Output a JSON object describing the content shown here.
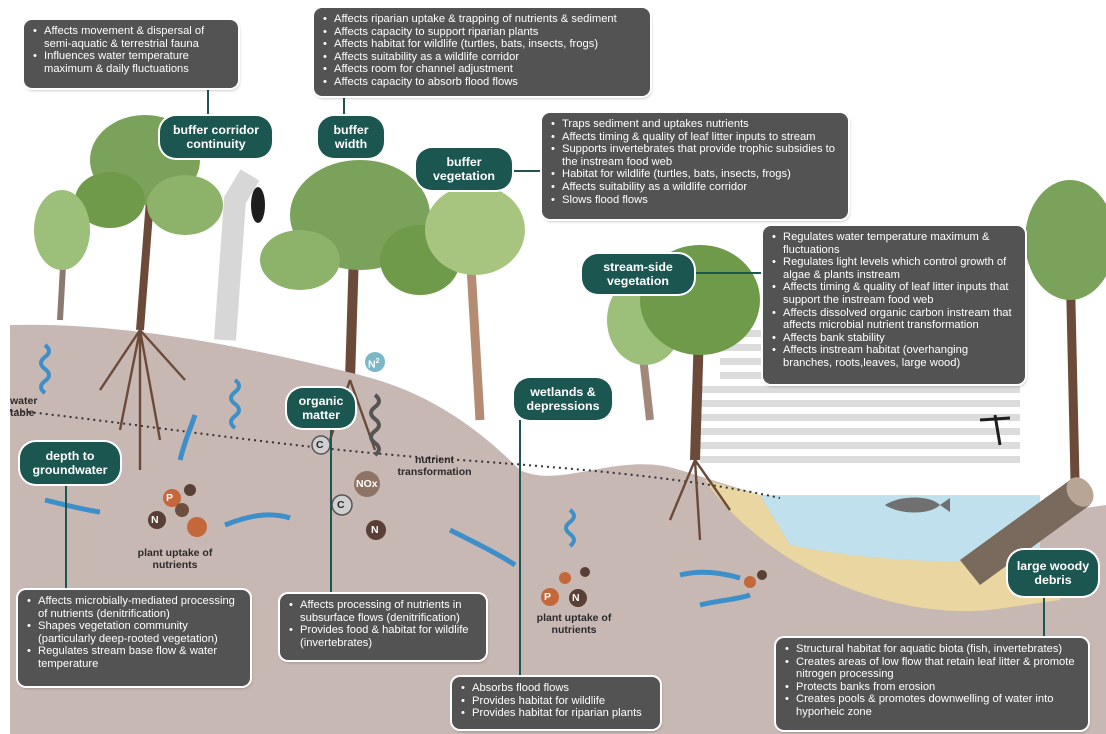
{
  "callouts": {
    "buffer_corridor_continuity": {
      "heading": "buffer corridor continuity",
      "bullets": [
        "Affects movement & dispersal of semi-aquatic & terrestrial fauna",
        "Influences water temperature maximum & daily fluctuations"
      ]
    },
    "buffer_width": {
      "heading": "buffer width",
      "bullets": [
        "Affects riparian uptake & trapping of nutrients & sediment",
        "Affects capacity to support riparian plants",
        "Affects habitat for wildlife  (turtles, bats, insects, frogs)",
        "Affects suitability as a wildlife corridor",
        "Affects room for channel adjustment",
        "Affects capacity to absorb flood flows"
      ]
    },
    "buffer_vegetation": {
      "heading": "buffer vegetation",
      "bullets": [
        "Traps sediment and uptakes nutrients",
        "Affects timing & quality of leaf litter inputs to stream",
        "Supports invertebrates that provide trophic subsidies to the instream food web",
        "Habitat for wildlife (turtles, bats, insects, frogs)",
        "Affects suitability as a wildlife corridor",
        "Slows flood flows"
      ]
    },
    "stream_side_vegetation": {
      "heading": "stream-side vegetation",
      "bullets": [
        "Regulates water temperature maximum & fluctuations",
        "Regulates light levels which control growth of algae & plants instream",
        "Affects timing & quality of leaf litter inputs that support the instream food web",
        "Affects dissolved organic carbon instream that affects microbial nutrient transformation",
        "Affects bank stability",
        "Affects instream habitat (overhanging branches, roots,leaves, large wood)"
      ]
    },
    "depth_to_groundwater": {
      "heading": "depth to groundwater",
      "bullets": [
        "Affects microbially-mediated processing of nutrients (denitrification)",
        "Shapes vegetation community (particularly deep-rooted vegetation)",
        "Regulates stream base flow & water temperature"
      ]
    },
    "organic_matter": {
      "heading": "organic matter",
      "bullets": [
        "Affects processing of nutrients in subsurface flows (denitrification)",
        "Provides food & habitat for wildlife (invertebrates)"
      ]
    },
    "wetlands_depressions": {
      "heading": "wetlands & depressions",
      "bullets": [
        "Absorbs flood flows",
        "Provides habitat for wildlife",
        "Provides habitat for riparian plants"
      ]
    },
    "large_woody_debris": {
      "heading": "large woody debris",
      "bullets": [
        "Structural habitat for aquatic biota (fish, invertebrates)",
        "Creates areas of low flow that retain leaf litter & promote nitrogen processing",
        "Protects banks from erosion",
        "Creates pools & promotes downwelling of water into hyporheic zone"
      ]
    }
  },
  "labels": {
    "water_table": "water table",
    "nutrient_transformation": "nutrient transformation",
    "plant_uptake_1": "plant uptake of nutrients",
    "plant_uptake_2": "plant uptake of nutrients"
  },
  "chemistry": {
    "phosphorus": "P",
    "nitrogen": "N",
    "carbon": "C",
    "nitrate": "NOx",
    "n2_base": "N",
    "n2_sub": "2"
  },
  "colors": {
    "callout_box": "#535353",
    "heading_pill": "#1b5650",
    "soil": "#c8b8b3",
    "water": "#bfe0ec",
    "sand": "#ead6a0",
    "flow_arrow": "#3d8fc9",
    "tree_green": "#6f9a4a"
  }
}
